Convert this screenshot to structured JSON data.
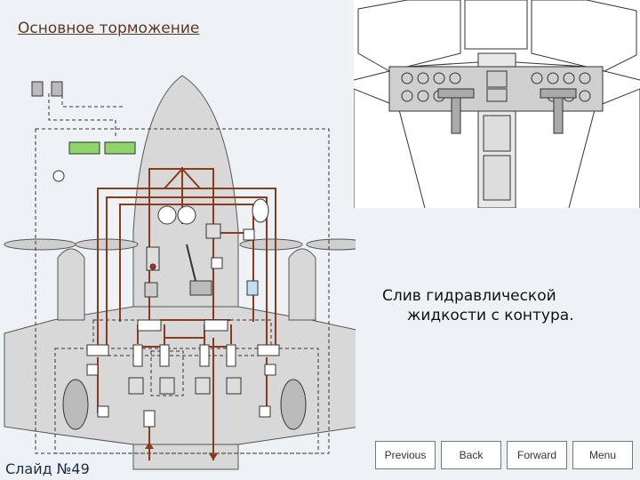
{
  "title": "Основное торможение",
  "caption": {
    "line1": "Слив гидравлической",
    "line2": "жидкости с контура."
  },
  "slide_number": "Слайд №49",
  "nav": {
    "previous": "Previous",
    "back": "Back",
    "forward": "Forward",
    "menu": "Menu"
  },
  "colors": {
    "pipe": "#8b3a1a",
    "fuselage": "#d9d9d9",
    "indicator": "#8fd46a",
    "dashed": "#333333"
  }
}
